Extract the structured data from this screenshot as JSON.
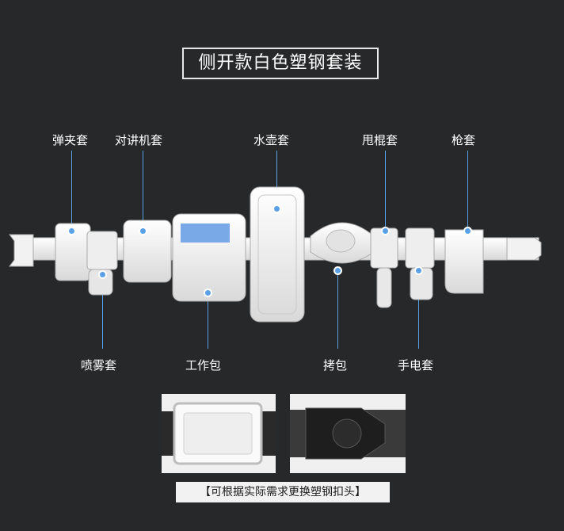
{
  "title": "侧开款白色塑钢套装",
  "labels_top": {
    "magazine_pouch": "弹夹套",
    "radio_pouch": "对讲机套",
    "bottle_pouch": "水壶套",
    "baton_holder": "甩棍套",
    "gun_holster": "枪套"
  },
  "labels_bottom": {
    "spray_holder": "喷雾套",
    "work_bag": "工作包",
    "cuff_case": "拷包",
    "flashlight_holder": "手电套"
  },
  "caption": "【可根据实际需求更换塑钢扣头】",
  "colors": {
    "background": "#26282a",
    "accent": "#5aa0e6",
    "gear": "#f4f4f4"
  }
}
